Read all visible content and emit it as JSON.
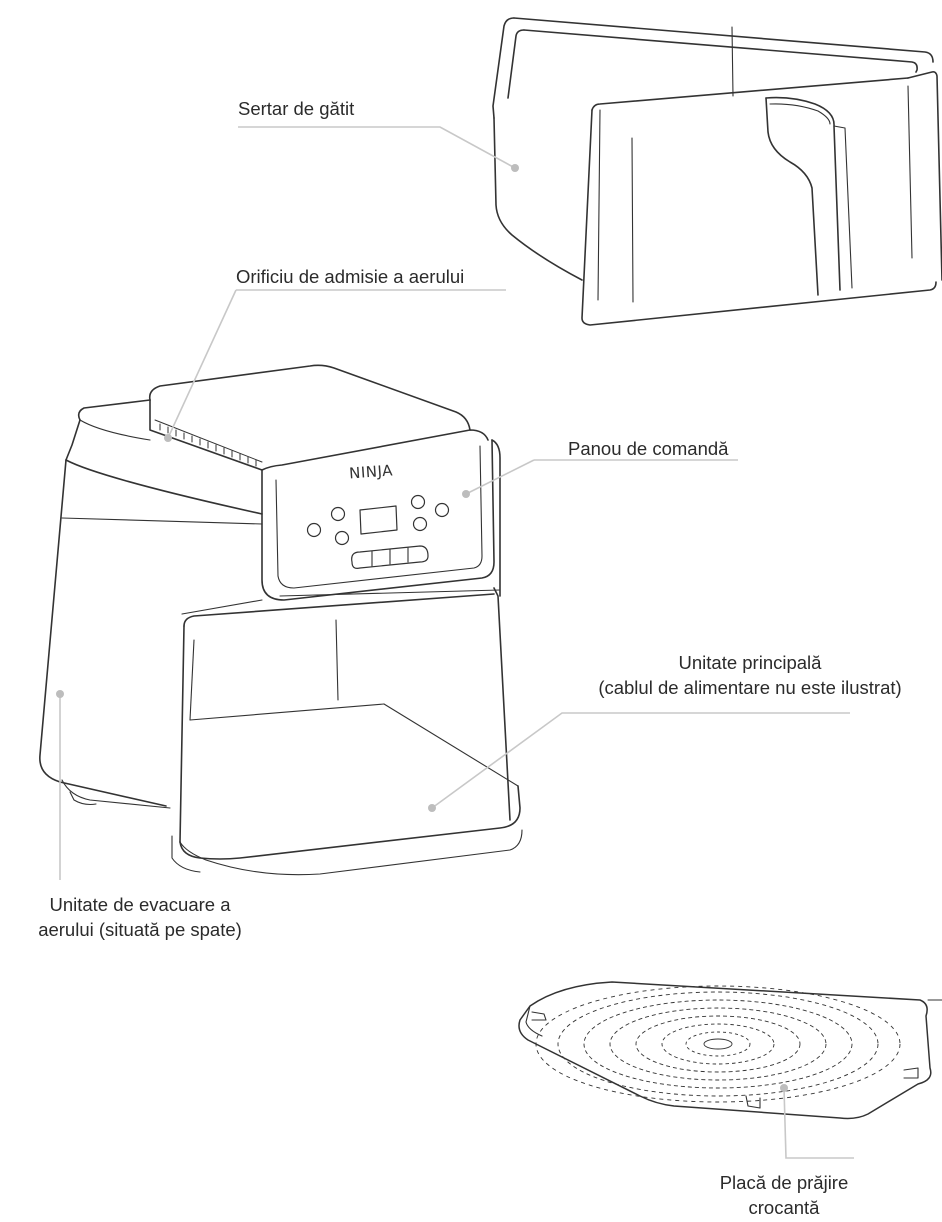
{
  "labels": {
    "cooking_drawer": "Sertar de gătit",
    "air_intake": "Orificiu de admisie a aerului",
    "control_panel": "Panou de comandă",
    "main_unit_line1": "Unitate principală",
    "main_unit_line2": "(cablul de alimentare nu este ilustrat)",
    "air_exhaust_line1": "Unitate de evacuare a",
    "air_exhaust_line2": "aerului (situată pe spate)",
    "crisper_plate_line1": "Placă de prăjire",
    "crisper_plate_line2": "crocantă"
  },
  "brand": {
    "logo_text": "NINJA"
  },
  "colors": {
    "line": "#333333",
    "leader": "#c8c8c8",
    "dot": "#bdbdbd",
    "text": "#2b2b2b"
  }
}
